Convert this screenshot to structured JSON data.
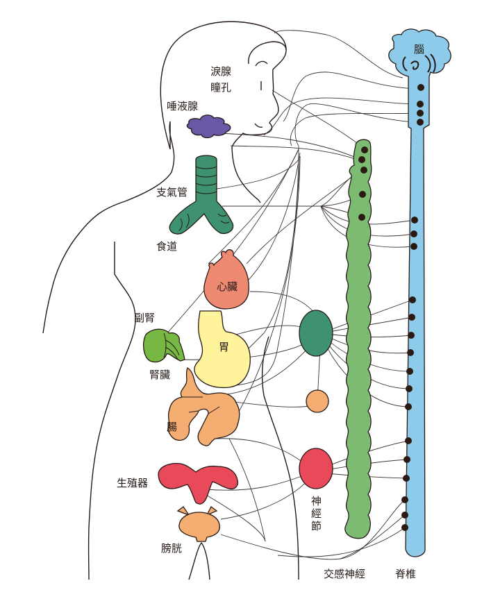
{
  "title": "自律神經系統示意圖",
  "colors": {
    "spine": "#8ecbea",
    "sympathetic_chain": "#7dbb73",
    "celiac_ganglion": "#3e9270",
    "small_ganglion": "#f4ae72",
    "lower_ganglion": "#e84a5a",
    "salivary_gland": "#6a57a6",
    "trachea": "#3e9270",
    "heart": "#ef8a72",
    "stomach": "#fff39b",
    "adrenal_kidney": "#76b843",
    "intestine": "#f4ae72",
    "reproductive": "#e84a5a",
    "bladder": "#f4ae72",
    "nerve_dot": "#2b1a14"
  },
  "labels": {
    "brain": "腦",
    "lacrimal": "淚腺",
    "pupil": "瞳孔",
    "salivary": "唾液腺",
    "bronchi": "支氣管",
    "esophagus": "食道",
    "heart": "心臟",
    "adrenal": "副腎",
    "stomach": "胃",
    "kidney": "腎臟",
    "intestine": "腸",
    "reproductive": "生殖器",
    "bladder": "膀胱",
    "ganglion": [
      "神",
      "經",
      "節"
    ],
    "sympathetic": "交感神經",
    "spine": "脊椎"
  }
}
